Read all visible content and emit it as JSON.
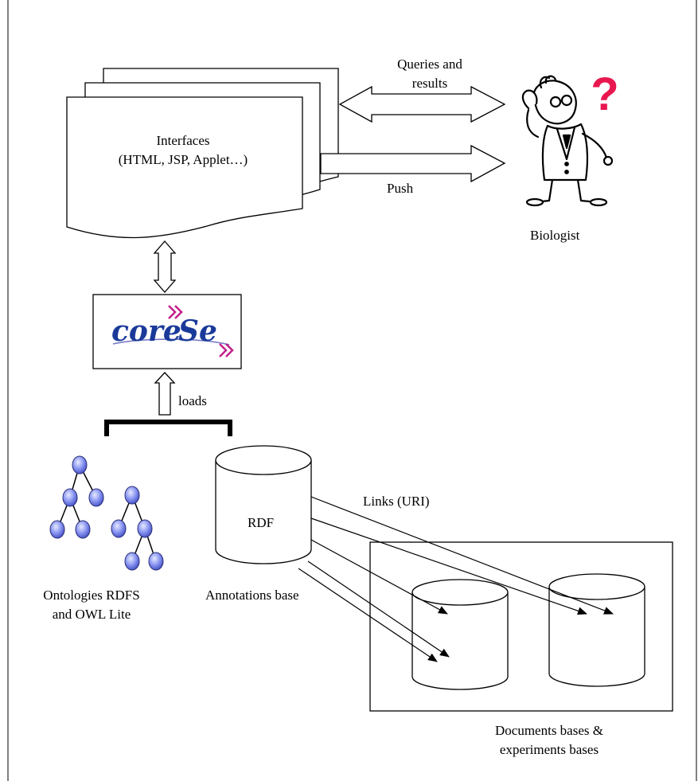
{
  "interfaces": {
    "line1": "Interfaces",
    "line2": "(HTML, JSP, Applet…)"
  },
  "arrows": {
    "queries_line1": "Queries and",
    "queries_line2": "results",
    "push": "Push",
    "loads": "loads",
    "links": "Links (URI)"
  },
  "user": {
    "label": "Biologist",
    "question_mark": "?",
    "question_color": "#e8174f"
  },
  "logo": {
    "text_core": "core",
    "text_se": "Se",
    "color_blue": "#1a3a9a",
    "color_magenta": "#c2208a"
  },
  "ontologies": {
    "line1": "Ontologies RDFS",
    "line2": "and OWL Lite",
    "node_color": "#7f8cf0"
  },
  "annotations": {
    "cylinder_label": "RDF",
    "caption": "Annotations base"
  },
  "documents": {
    "line1": "Documents bases &",
    "line2": "experiments bases"
  }
}
